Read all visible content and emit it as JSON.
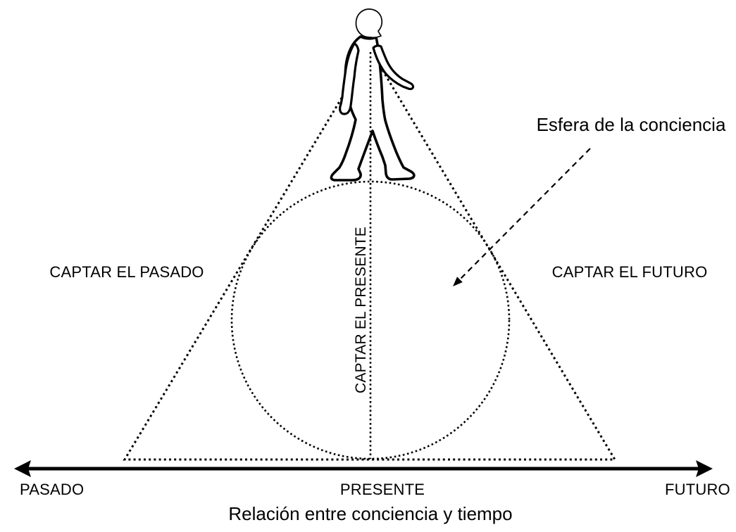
{
  "figure": {
    "sphere_label": "Esfera de la conciencia",
    "left_label": "CAPTAR EL PASADO",
    "right_label": "CAPTAR EL FUTURO",
    "center_label": "CAPTAR EL PRESENTE",
    "axis": {
      "left": "PASADO",
      "center": "PRESENTE",
      "right": "FUTURO"
    },
    "caption": "Relación entre conciencia y tiempo",
    "icons": {
      "walking_person": "walking-person-outline",
      "sphere_pointer": "dashed-arrow",
      "time_axis": "double-headed-arrow"
    },
    "colors": {
      "ink": "#000000",
      "background": "#ffffff"
    }
  }
}
